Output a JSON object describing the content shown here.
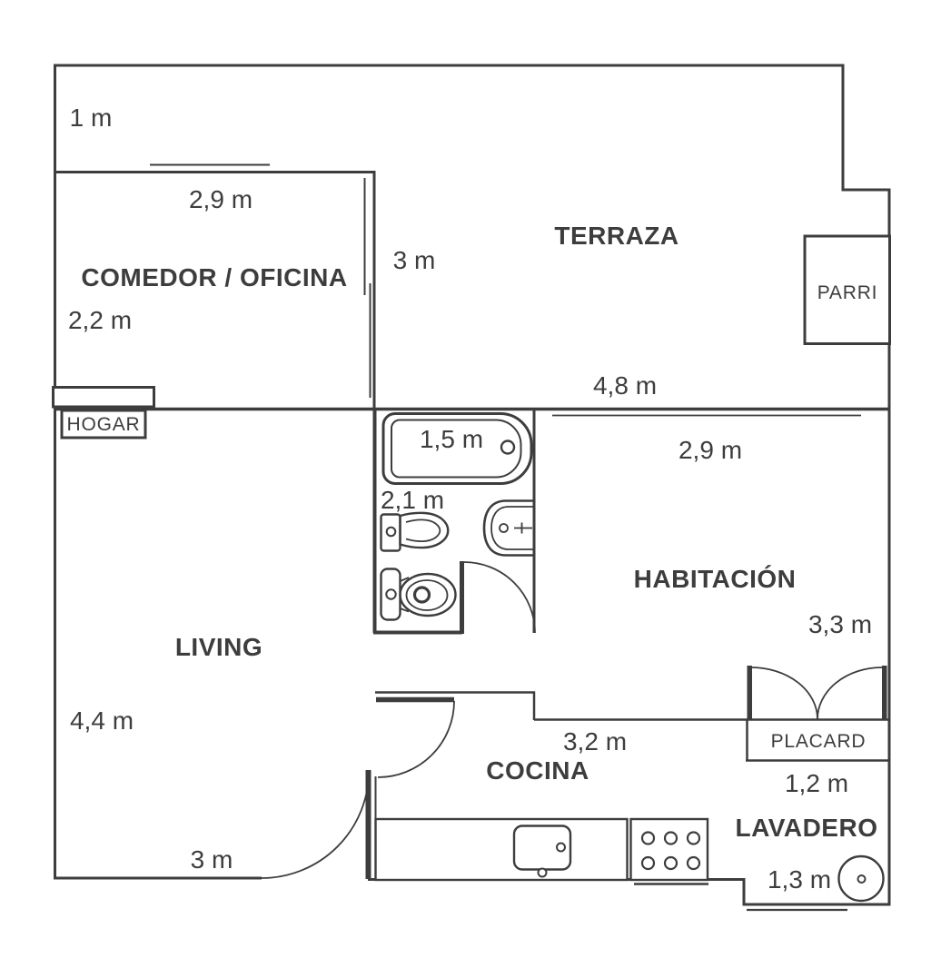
{
  "colors": {
    "line": "#3d3d3d",
    "background": "#ffffff"
  },
  "plan": {
    "balcony": {
      "width": "1 m"
    },
    "comedor_oficina": {
      "name": "COMEDOR / OFICINA",
      "width": "2,9 m",
      "depth": "2,2 m",
      "side": "3 m"
    },
    "terraza": {
      "name": "TERRAZA",
      "width": "4,8 m"
    },
    "parrilla": {
      "label": "PARRI"
    },
    "hogar": {
      "label": "HOGAR"
    },
    "bathroom": {
      "tub_length": "1,5 m",
      "width": "2,1 m"
    },
    "habitacion": {
      "name": "HABITACIÓN",
      "width": "2,9 m",
      "depth": "3,3 m"
    },
    "living": {
      "name": "LIVING",
      "depth": "4,4 m",
      "width": "3 m"
    },
    "cocina": {
      "name": "COCINA",
      "width": "3,2 m"
    },
    "placard": {
      "label": "PLACARD",
      "width": "1,2 m"
    },
    "lavadero": {
      "name": "LAVADERO",
      "width": "1,3 m"
    }
  },
  "fixtures": [
    "bathtub",
    "bidet",
    "washbasin",
    "toilet",
    "kitchen-sink",
    "stove-burners",
    "washing-machine",
    "grill"
  ]
}
